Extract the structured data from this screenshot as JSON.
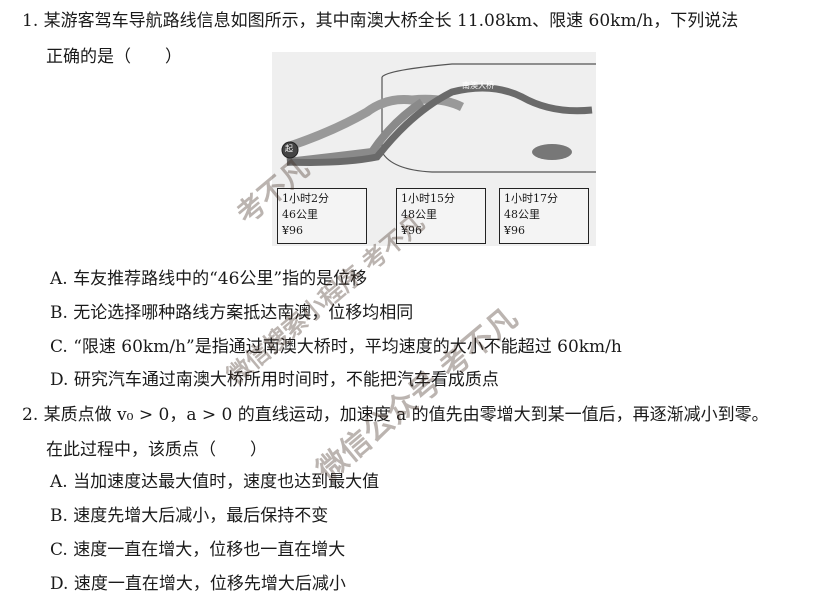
{
  "q1": {
    "stem1": "1. 某游客驾车导航路线信息如图所示，其中南澳大桥全长 11.08km、限速 60km/h，下列说法",
    "stem2": "正确的是（　　）",
    "map": {
      "bridge_label": "南澳大桥",
      "start_label": "起",
      "routes": [
        {
          "time": "1小时2分",
          "distance": "46公里",
          "price": "¥96"
        },
        {
          "time": "1小时15分",
          "distance": "48公里",
          "price": "¥96"
        },
        {
          "time": "1小时17分",
          "distance": "48公里",
          "price": "¥96"
        }
      ]
    },
    "options": [
      "A. 车友推荐路线中的“46公里”指的是位移",
      "B. 无论选择哪种路线方案抵达南澳，位移均相同",
      "C. “限速 60km/h”是指通过南澳大桥时，平均速度的大小不能超过 60km/h",
      "D. 研究汽车通过南澳大桥所用时间时，不能把汽车看成质点"
    ]
  },
  "q2": {
    "stem1": "2. 某质点做 v₀ > 0，a > 0 的直线运动，加速度 a 的值先由零增大到某一值后，再逐渐减小到零。",
    "stem2": "在此过程中，该质点（　　）",
    "options": [
      "A. 当加速度达最大值时，速度也达到最大值",
      "B. 速度先增大后减小，最后保持不变",
      "C. 速度一直在增大，位移也一直在增大",
      "D. 速度一直在增大，位移先增大后减小"
    ]
  },
  "watermarks": [
    "考不凡",
    "微信搜索小程序 考不凡",
    "微信公众号 考不凡"
  ]
}
